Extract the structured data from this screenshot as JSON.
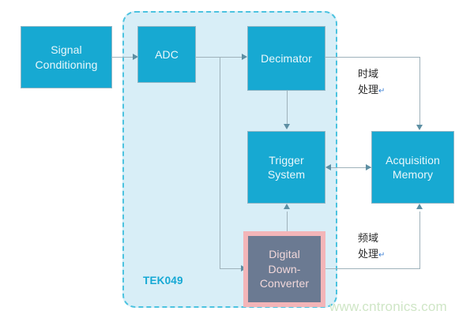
{
  "diagram": {
    "group": {
      "label": "TEK049",
      "accent_color": "#4cc3e0",
      "fill_color": "#d8eef7"
    },
    "blocks": {
      "signal_conditioning": "Signal\nConditioning",
      "signal_conditioning_line1": "Signal",
      "signal_conditioning_line2": "Conditioning",
      "adc": "ADC",
      "decimator": "Decimator",
      "trigger_line1": "Trigger",
      "trigger_line2": "System",
      "acquisition_line1": "Acquisition",
      "acquisition_line2": "Memory",
      "ddc_line1": "Digital",
      "ddc_line2": "Down-",
      "ddc_line3": "Converter"
    },
    "annotations": {
      "time_domain_line1": "时域",
      "time_domain_line2": "处理",
      "freq_domain_line1": "频域",
      "freq_domain_line2": "处理",
      "return_mark": "↵"
    },
    "watermark": "www.cntronics.com",
    "colors": {
      "block_fill": "#17a9d2",
      "ddc_fill": "#6b7a92",
      "ddc_border": "#f3b5b8",
      "connector": "#9fb2bb",
      "watermark": "#cfe6c6"
    }
  }
}
